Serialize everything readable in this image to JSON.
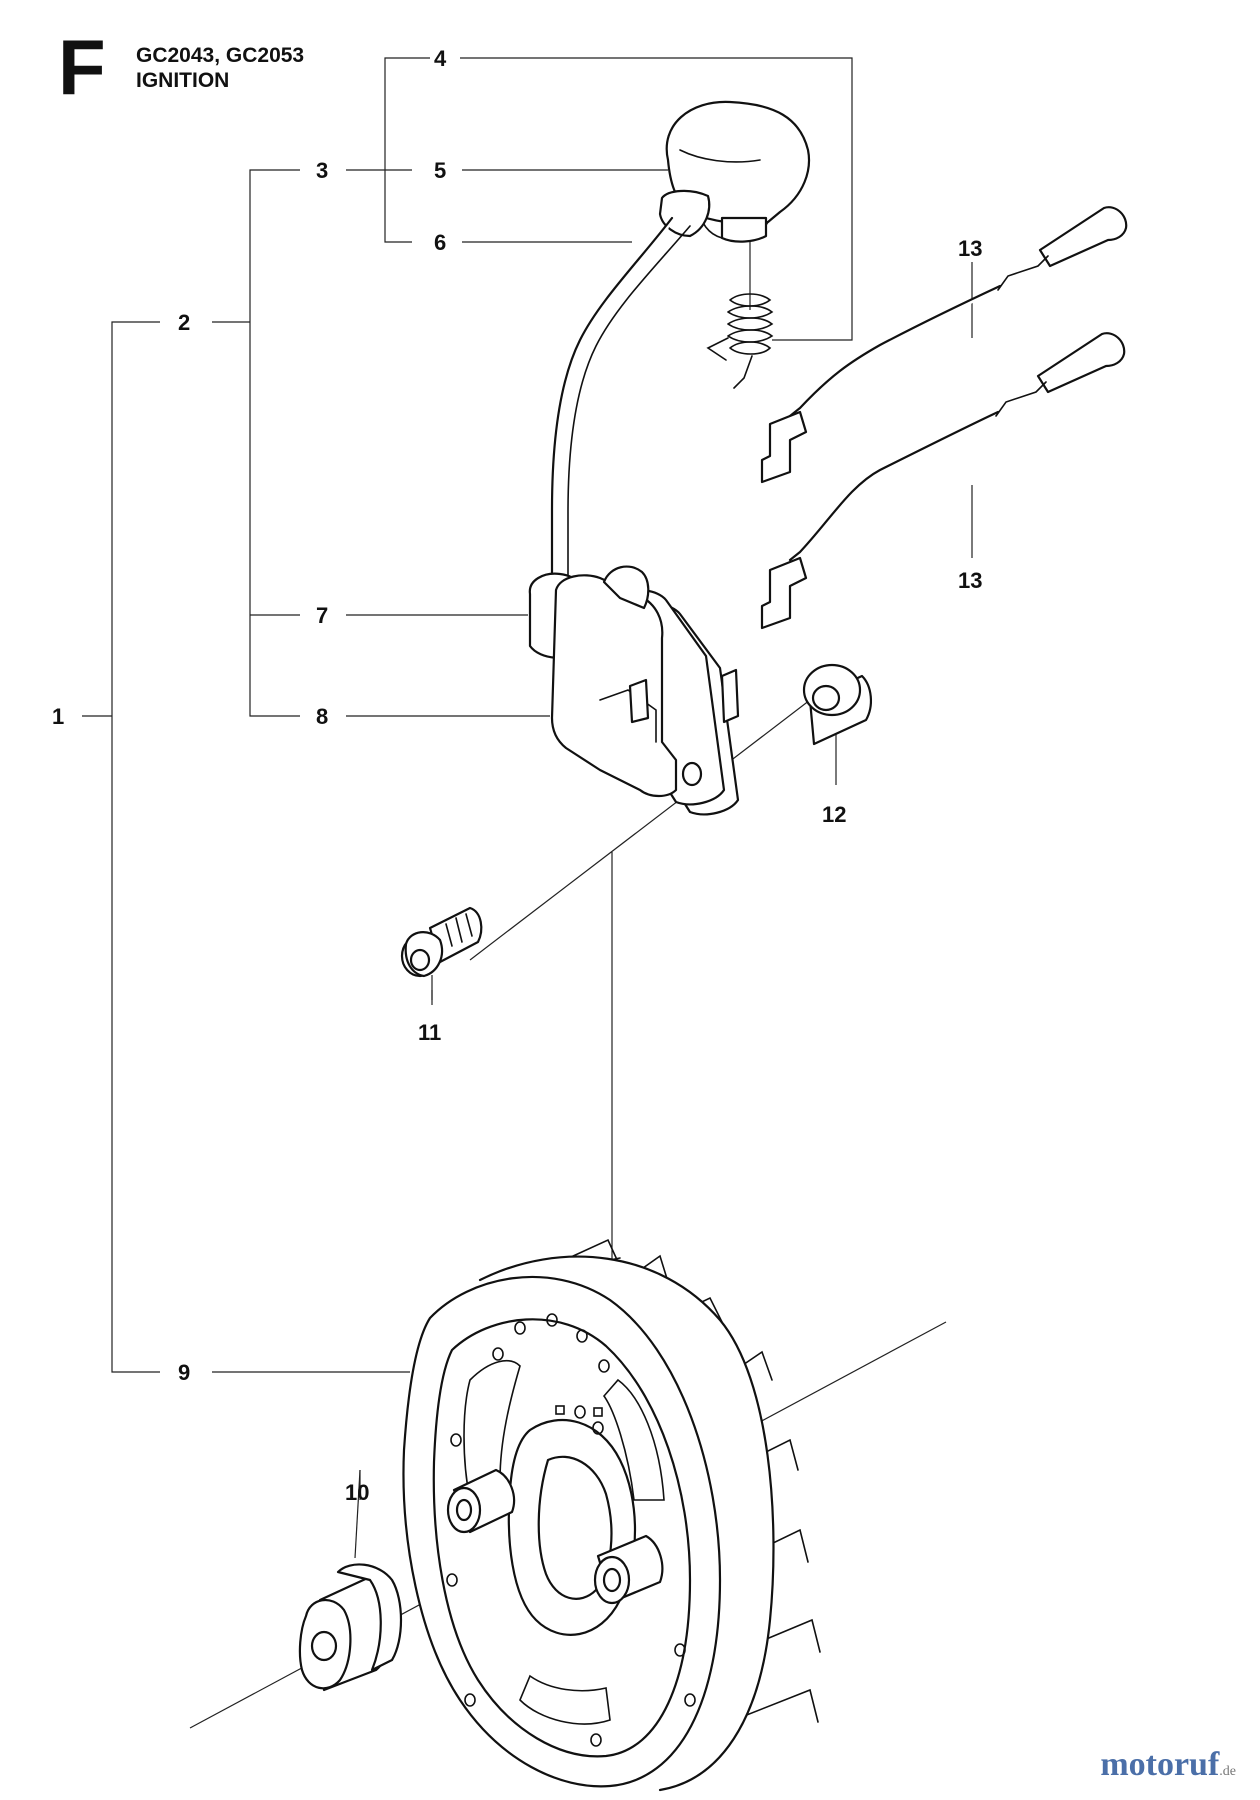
{
  "header": {
    "section_letter": "F",
    "models": "GC2043, GC2053",
    "title": "IGNITION"
  },
  "callouts": {
    "c1": "1",
    "c2": "2",
    "c3": "3",
    "c4": "4",
    "c5": "5",
    "c6": "6",
    "c7": "7",
    "c8": "8",
    "c9": "9",
    "c10": "10",
    "c11": "11",
    "c12": "12",
    "c13a": "13",
    "c13b": "13"
  },
  "watermark": {
    "text": "motoruf",
    "tld": ".de"
  },
  "colors": {
    "line": "#222222",
    "watermark_blue": "#4b6fa8",
    "watermark_red": "#c93a3a"
  }
}
